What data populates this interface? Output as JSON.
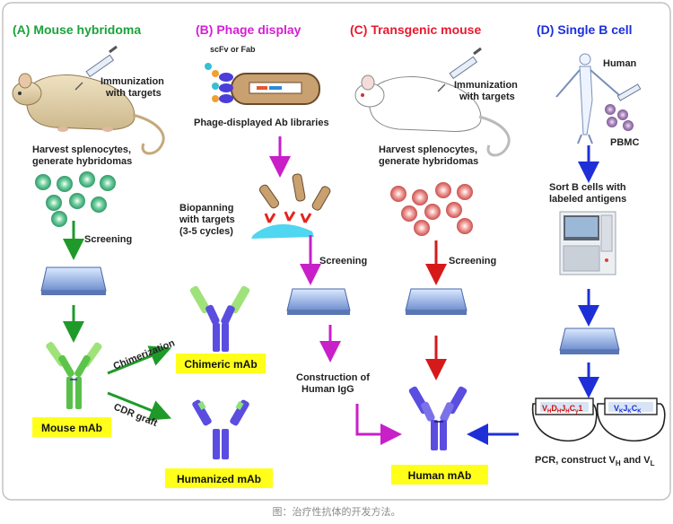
{
  "panels": {
    "a": {
      "title": "(A) Mouse hybridoma",
      "title_color": "#1aa33a",
      "immunization": [
        "Immunization",
        "with targets"
      ],
      "harvest": [
        "Harvest splenocytes,",
        "generate hybridomas"
      ],
      "screening": "Screening",
      "mouse_mab": "Mouse mAb",
      "chimerization": "Chimerization",
      "cdr_graft": "CDR graft"
    },
    "b": {
      "title": "(B) Phage display",
      "title_color": "#d41fd4",
      "scfv": "scFv or Fab",
      "libraries": "Phage-displayed Ab libraries",
      "biopanning": [
        "Biopanning",
        "with targets",
        "(3-5 cycles)"
      ],
      "screening": "Screening",
      "construction": [
        "Construction of",
        "Human IgG"
      ],
      "chimeric_mab": "Chimeric mAb",
      "humanized_mab": "Humanized mAb"
    },
    "c": {
      "title": "(C) Transgenic mouse",
      "title_color": "#e8192c",
      "immunization": [
        "Immunization",
        "with targets"
      ],
      "harvest": [
        "Harvest splenocytes,",
        "generate hybridomas"
      ],
      "screening": "Screening",
      "human_mab": "Human mAb"
    },
    "d": {
      "title": "(D) Single B cell",
      "title_color": "#1b2fe0",
      "human": "Human",
      "pbmc": "PBMC",
      "sort": [
        "Sort B cells with",
        "labeled antigens"
      ],
      "pcr_prefix": "PCR, construct V",
      "pcr_h": "H",
      "pcr_and": " and V",
      "pcr_l": "L",
      "gene_heavy": {
        "V": "V",
        "VS": "H",
        "D": "D",
        "DS": "H",
        "J": "J",
        "JS": "H",
        "C": "C",
        "CS": "γ",
        "tail": "1"
      },
      "gene_light": {
        "V": "V",
        "VS": "K",
        "J": "J",
        "JS": "K",
        "C": "C",
        "CS": "K"
      }
    }
  },
  "caption": "图：治疗性抗体的开发方法。",
  "colors": {
    "green_arrow": "#1f9a2a",
    "magenta_arrow": "#c81fc8",
    "red_arrow": "#d61a1a",
    "blue_arrow": "#1e2fd8",
    "yellow_box": "#ffff1a"
  }
}
